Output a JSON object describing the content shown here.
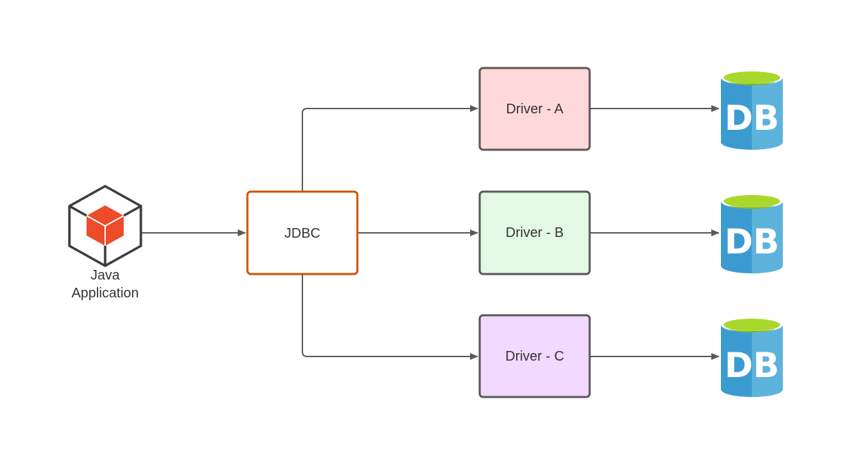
{
  "app": {
    "label_line1": "Java",
    "label_line2": "Application",
    "icon": "cube-icon"
  },
  "jdbc": {
    "label": "JDBC",
    "border_color": "#cc5500"
  },
  "drivers": [
    {
      "label": "Driver - A",
      "fill": "#ffd9d9"
    },
    {
      "label": "Driver - B",
      "fill": "#e3f9e3"
    },
    {
      "label": "Driver - C",
      "fill": "#f2d9ff"
    }
  ],
  "databases": [
    {
      "label": "DB",
      "icon": "database-icon"
    },
    {
      "label": "DB",
      "icon": "database-icon"
    },
    {
      "label": "DB",
      "icon": "database-icon"
    }
  ],
  "colors": {
    "connector": "#5a5a5a",
    "driver_border": "#595959",
    "cube": "#ee4b2b",
    "db_body": "#3b9bd0",
    "db_highlight": "#5cb3dc",
    "db_top": "#a9d82d"
  }
}
